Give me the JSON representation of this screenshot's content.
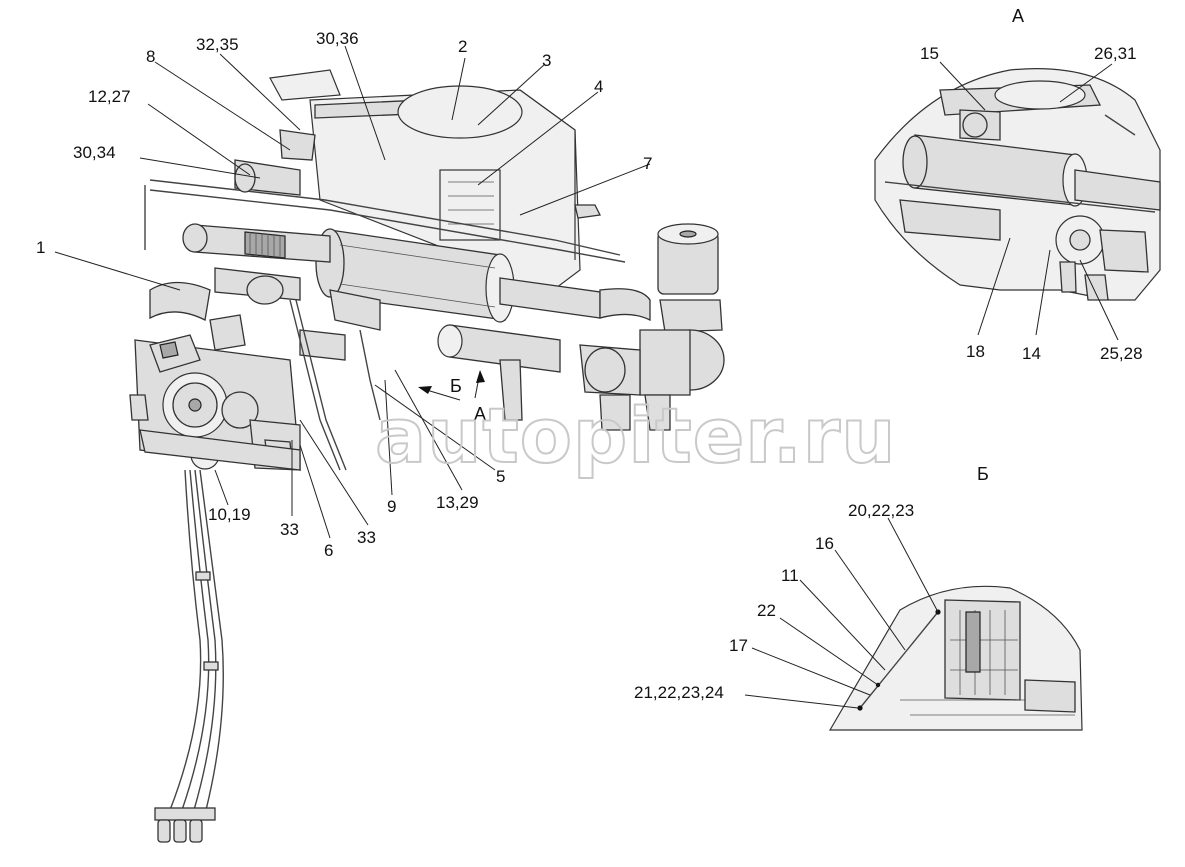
{
  "main_view": {
    "callouts": [
      {
        "id": "c1",
        "text": "1"
      },
      {
        "id": "c2",
        "text": "2"
      },
      {
        "id": "c3",
        "text": "3"
      },
      {
        "id": "c4",
        "text": "4"
      },
      {
        "id": "c5",
        "text": "5"
      },
      {
        "id": "c6",
        "text": "6"
      },
      {
        "id": "c7",
        "text": "7"
      },
      {
        "id": "c8",
        "text": "8"
      },
      {
        "id": "c9",
        "text": "9"
      },
      {
        "id": "c10",
        "text": "10,19"
      },
      {
        "id": "c11",
        "text": "12,27"
      },
      {
        "id": "c12",
        "text": "13,29"
      },
      {
        "id": "c13",
        "text": "30,34"
      },
      {
        "id": "c14",
        "text": "30,36"
      },
      {
        "id": "c15",
        "text": "32,35"
      },
      {
        "id": "c16",
        "text": "33"
      },
      {
        "id": "c17",
        "text": "33"
      }
    ],
    "view_arrows": [
      {
        "id": "arrow-b",
        "text": "Б"
      },
      {
        "id": "arrow-a",
        "text": "А"
      }
    ]
  },
  "detail_a": {
    "title": "А",
    "callouts": [
      {
        "id": "a15",
        "text": "15"
      },
      {
        "id": "a26",
        "text": "26,31"
      },
      {
        "id": "a18",
        "text": "18"
      },
      {
        "id": "a14",
        "text": "14"
      },
      {
        "id": "a25",
        "text": "25,28"
      }
    ]
  },
  "detail_b": {
    "title": "Б",
    "callouts": [
      {
        "id": "b20",
        "text": "20,22,23"
      },
      {
        "id": "b16",
        "text": "16"
      },
      {
        "id": "b11",
        "text": "11"
      },
      {
        "id": "b22",
        "text": "22"
      },
      {
        "id": "b17",
        "text": "17"
      },
      {
        "id": "b21",
        "text": "21,22,23,24"
      }
    ]
  },
  "watermark": "autopiter.ru"
}
